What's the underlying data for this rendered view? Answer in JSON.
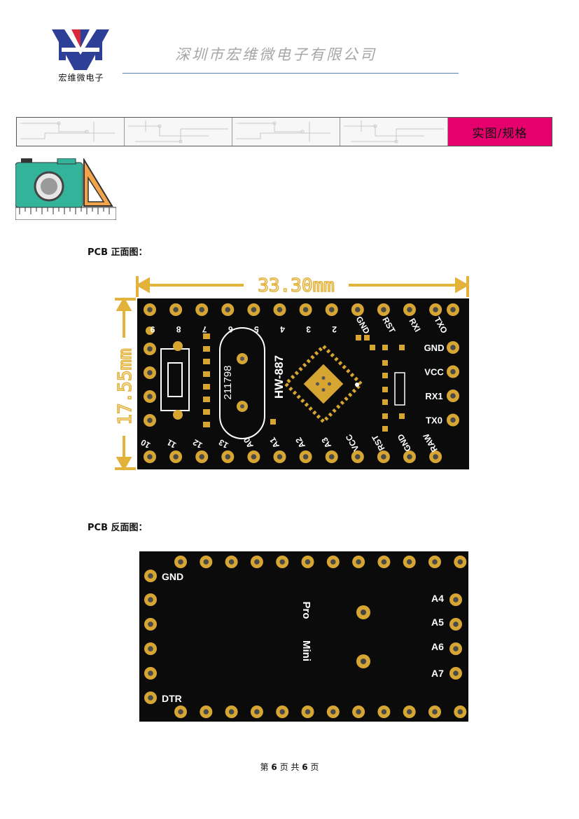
{
  "header": {
    "logo_text": "宏维微电子",
    "company_name": "深圳市宏维微电子有限公司",
    "accent_color": "#5b7fb8"
  },
  "section_banner": {
    "label": "实图/规格",
    "label_bg": "#e6006e"
  },
  "icons": {
    "camera": "camera-ruler-icon"
  },
  "front": {
    "caption": "PCB 正面图：",
    "dim_width": "33.30mm",
    "dim_height": "17.55mm",
    "top_pins": [
      "9",
      "8",
      "7",
      "6",
      "5",
      "4",
      "3",
      "2",
      "GND",
      "RST",
      "RXI",
      "TXO"
    ],
    "right_pins": [
      "GND",
      "VCC",
      "RX1",
      "TX0"
    ],
    "bottom_pins": [
      "10",
      "11",
      "12",
      "13",
      "A0",
      "A1",
      "A2",
      "A3",
      "VCC",
      "RST",
      "GND",
      "RAW"
    ],
    "crystal_code": "211798",
    "board_model": "HW-887",
    "dim_color": "#e2b23a"
  },
  "back": {
    "caption": "PCB 反面图：",
    "left_labels": [
      "GND",
      "DTR"
    ],
    "right_labels": [
      "A4",
      "A5",
      "A6",
      "A7"
    ],
    "center_line1": "Pro",
    "center_line2": "Mini"
  },
  "footer": {
    "prefix": "第",
    "page": "6",
    "mid": "页 共",
    "total": "6",
    "suffix": "页"
  }
}
